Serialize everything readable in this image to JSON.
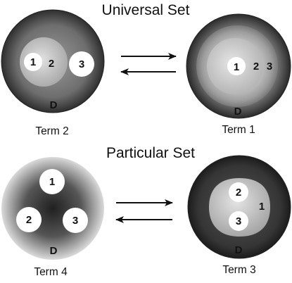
{
  "titles": {
    "universal": "Universal Set",
    "particular": "Particular Set"
  },
  "terms": {
    "term1": {
      "caption": "Term 1",
      "label_1": "1",
      "label_2": "2",
      "label_3": "3",
      "label_d": "D"
    },
    "term2": {
      "caption": "Term 2",
      "label_1": "1",
      "label_2": "2",
      "label_3": "3",
      "label_d": "D"
    },
    "term3": {
      "caption": "Term 3",
      "label_1": "1",
      "label_2": "2",
      "label_3": "3",
      "label_d": "D"
    },
    "term4": {
      "caption": "Term 4",
      "label_1": "1",
      "label_2": "2",
      "label_3": "3",
      "label_d": "D"
    }
  },
  "colors": {
    "light": "#dcdcdc",
    "mid": "#a8a8a8",
    "dark": "#3a3a3a",
    "ink": "#111111"
  }
}
